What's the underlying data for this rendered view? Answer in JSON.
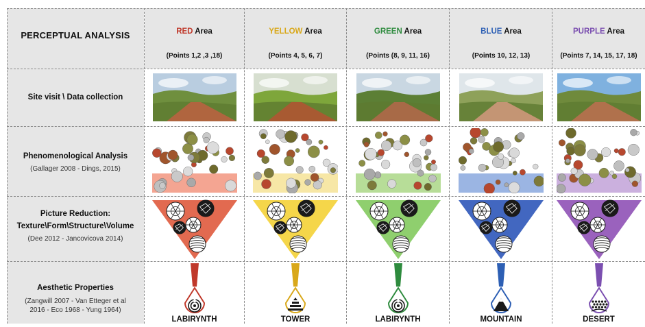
{
  "rows": {
    "header": "PERCEPTUAL ANALYSIS",
    "site": "Site visit \\ Data collection",
    "phen_title": "Phenomenological Analysis",
    "phen_ref": "(Gallager 2008 - Dings, 2015)",
    "reduction_title_1": "Picture Reduction:",
    "reduction_title_2": "Texture\\Form\\Structure\\Volume",
    "reduction_ref": "(Dee 2012 - Jancovicova 2014)",
    "aesthetic_title": "Aesthetic Properties",
    "aesthetic_ref_1": "(Zangwill 2007 - Van Etteger et al",
    "aesthetic_ref_2": "2016 - Eco 1968 - Yung 1964)"
  },
  "columns": [
    {
      "color_word": "RED",
      "area_word": "Area",
      "points": "(Points 1,2 ,3 ,18)",
      "name": "LABIRYNTH",
      "color": "#c0392b",
      "band": "#f4a592",
      "funnel": "#e26a50",
      "sky": "#b9cde0",
      "ground": "#b0653f",
      "hill": "#6f8f3e",
      "symbol": "labyrinth-icon"
    },
    {
      "color_word": "YELLOW",
      "area_word": "Area",
      "points": "(Points 4, 5, 6, 7)",
      "name": "TOWER",
      "color": "#d9a81a",
      "band": "#f7e7a6",
      "funnel": "#f5d64a",
      "sky": "#d7dfd0",
      "ground": "#a85a32",
      "hill": "#7ea63b",
      "symbol": "tower-icon"
    },
    {
      "color_word": "GREEN",
      "area_word": "Area",
      "points": "(Points (8, 9, 11, 16)",
      "name": "LABIRYNTH",
      "color": "#2e8b3e",
      "band": "#b7dd98",
      "funnel": "#8fcf6e",
      "sky": "#c9d7e2",
      "ground": "#a86a47",
      "hill": "#5c7f35",
      "symbol": "labyrinth-icon"
    },
    {
      "color_word": "BLUE",
      "area_word": "Area",
      "points": "(Points 10, 12, 13)",
      "name": "MOUNTAIN",
      "color": "#2d5fb4",
      "band": "#9bb5e3",
      "funnel": "#4267c0",
      "sky": "#dfe6ea",
      "ground": "#c49574",
      "hill": "#8ea15a",
      "symbol": "mountain-icon"
    },
    {
      "color_word": "PURPLE",
      "area_word": "Area",
      "points": "(Points 7, 14, 15, 17, 18)",
      "name": "DESERT",
      "color": "#7b4fb0",
      "band": "#cbb0de",
      "funnel": "#9a62bd",
      "sky": "#7fb1df",
      "ground": "#b0714c",
      "hill": "#6f8a3c",
      "symbol": "desert-icon"
    }
  ]
}
